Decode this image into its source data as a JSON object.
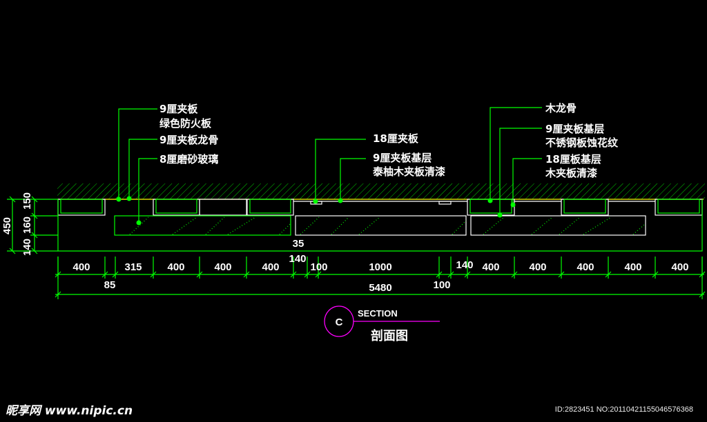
{
  "labels": {
    "l1a": "9厘夹板",
    "l1b": "绿色防火板",
    "l2": "9厘夹板龙骨",
    "l3": "8厘磨砂玻璃",
    "l4": "18厘夹板",
    "l5a": "9厘夹板基层",
    "l5b": "泰柚木夹板清漆",
    "r1": "木龙骨",
    "r2a": "9厘夹板基层",
    "r2b": "不锈钢板蚀花纹",
    "r3a": "18厘板基层",
    "r3b": "木夹板清漆"
  },
  "dimensions": {
    "vertical": {
      "total": "450",
      "top": "150",
      "middle": "160",
      "bottom": "140"
    },
    "horizontal": [
      "400",
      "315",
      "400",
      "400",
      "400",
      "140",
      "100",
      "1000",
      "140",
      "400",
      "400",
      "400",
      "400",
      "400"
    ],
    "small_85": "85",
    "small_100": "100",
    "gap_35": "35",
    "total": "5480"
  },
  "section": {
    "letter": "C",
    "title": "SECTION",
    "subtitle": "剖面图"
  },
  "watermark": {
    "site": "昵享网 www.nipic.cn",
    "id": "ID:2823451 NO:20110421155046576368"
  },
  "colors": {
    "line": "#00ff00",
    "outline": "#ffffff",
    "accent": "#ff00ff",
    "ceiling": "#ffff00"
  }
}
